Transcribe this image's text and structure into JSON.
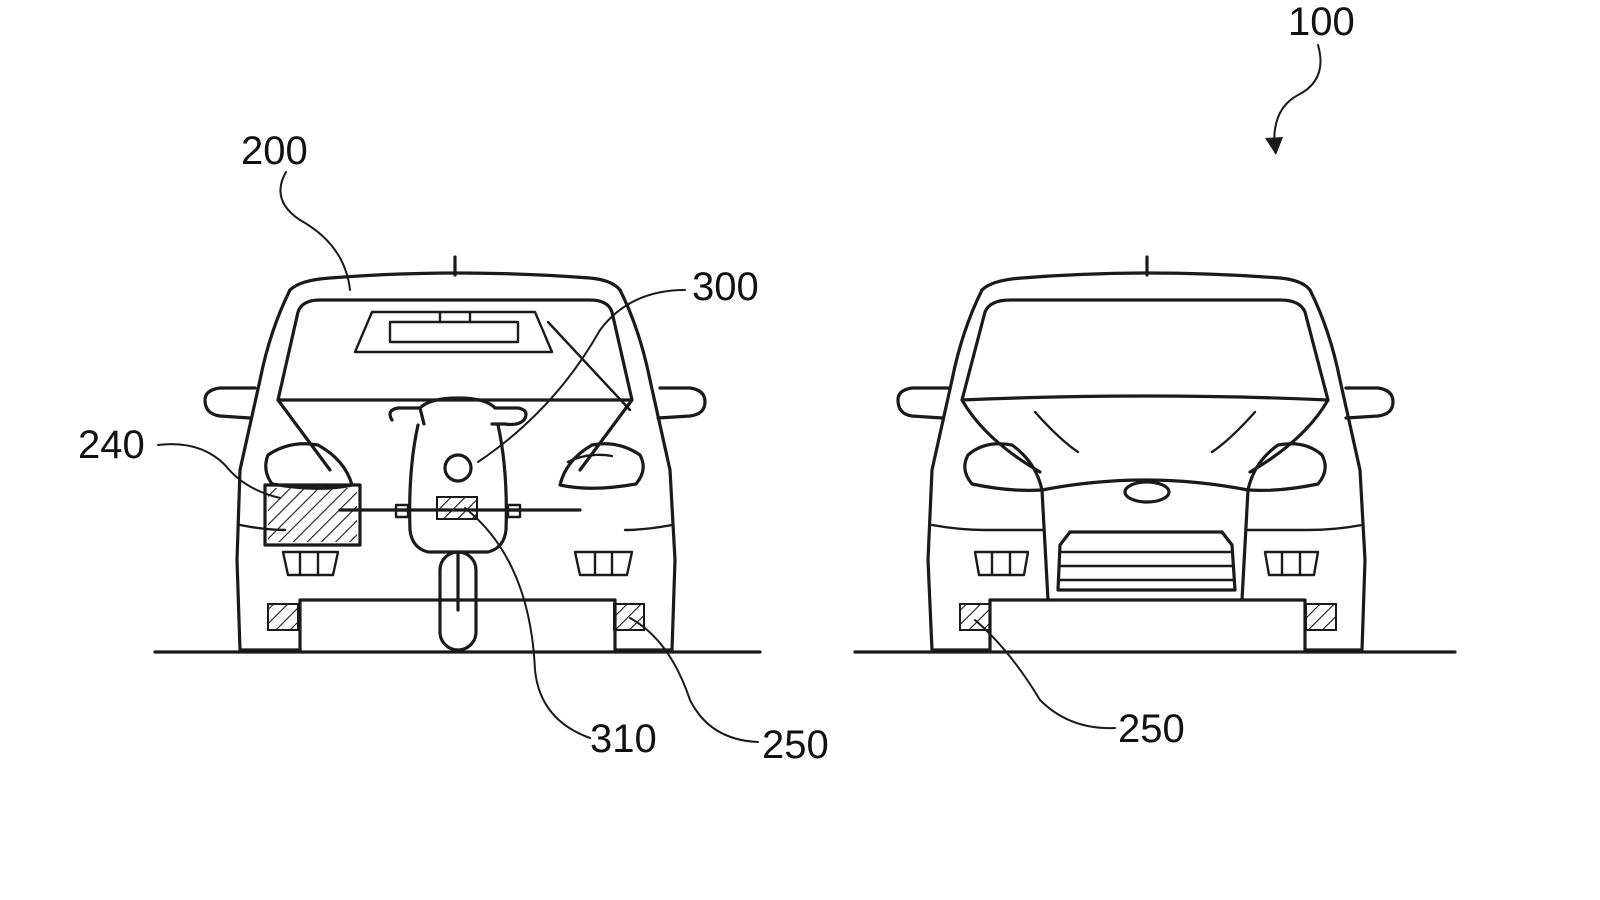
{
  "figure": {
    "reference_numerals": {
      "system": "100",
      "vehicle": "200",
      "container": "240",
      "wheel_sensor_left": "250",
      "wheel_sensor_right": "250",
      "motorcycle": "300",
      "motorcycle_unit": "310"
    }
  },
  "colors": {
    "line": "#1a1a1a",
    "background": "#ffffff",
    "hatch": "#1a1a1a"
  }
}
